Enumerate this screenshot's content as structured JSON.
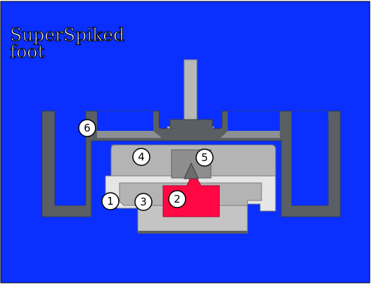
{
  "title": {
    "line1": "SuperSpiked",
    "line2": "foot"
  },
  "colors": {
    "background": "#0a2fff",
    "frame_dark": "#5a5f63",
    "frame_light": "#c8c8c8",
    "block": "#b4b4b4",
    "insert": "#ff0844",
    "spike_dark": "#5c6060",
    "callout_fill": "#ffffff"
  },
  "callouts": [
    {
      "id": "1",
      "label": "1"
    },
    {
      "id": "2",
      "label": "2"
    },
    {
      "id": "3",
      "label": "3"
    },
    {
      "id": "4",
      "label": "4"
    },
    {
      "id": "5",
      "label": "5"
    },
    {
      "id": "6",
      "label": "6"
    }
  ]
}
